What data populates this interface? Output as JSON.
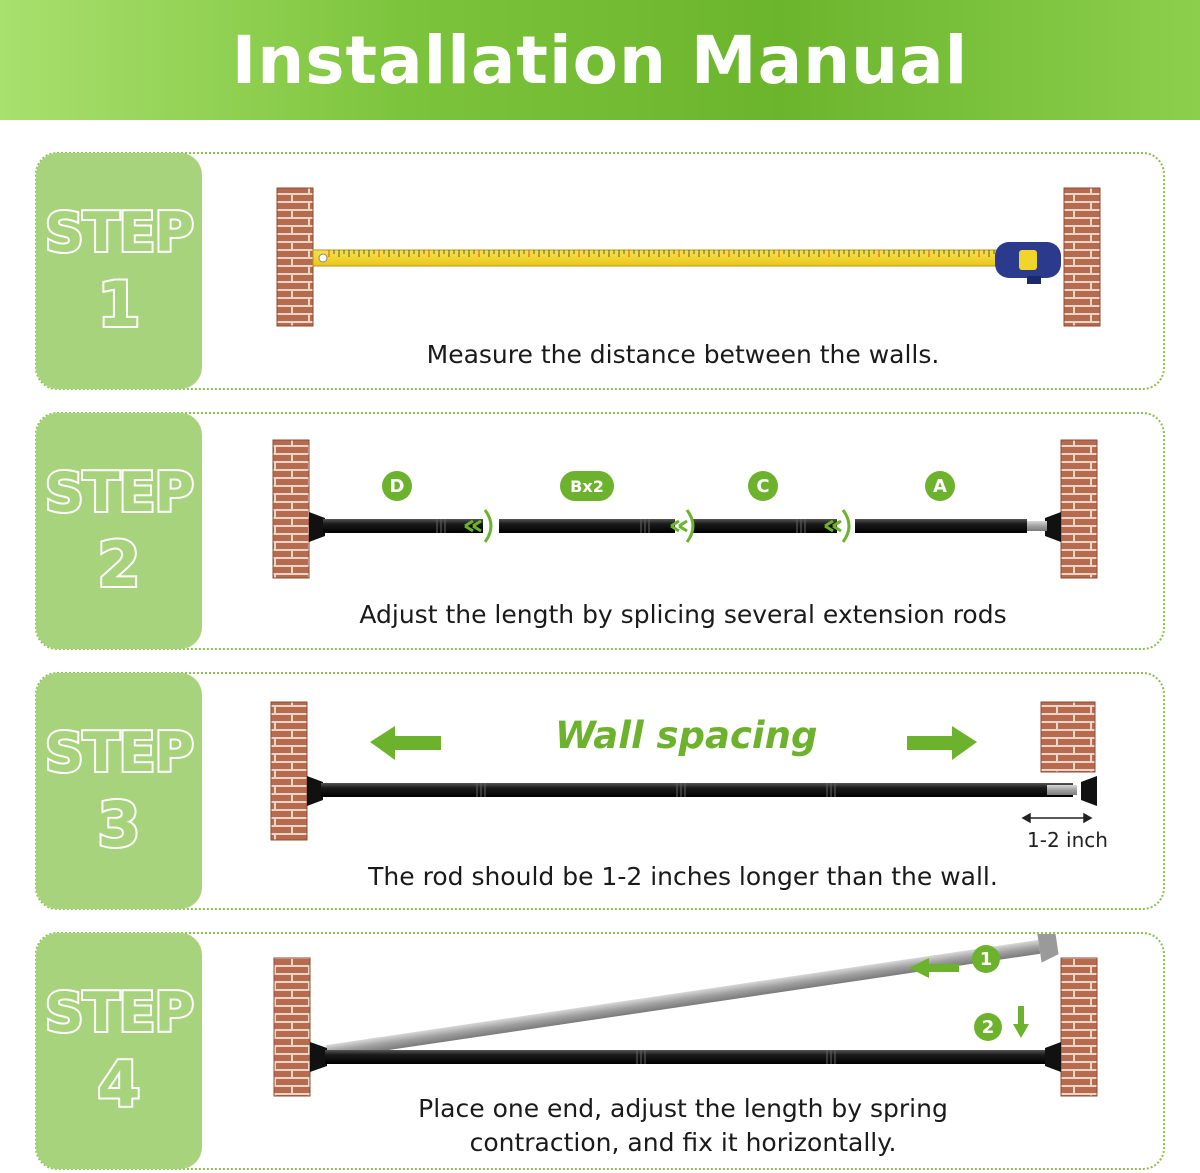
{
  "header": {
    "title": "Installation Manual"
  },
  "colors": {
    "accent_green": "#6db22c",
    "badge_green": "#a6d37b",
    "brick": "#b86a4f",
    "tape_yellow": "#f2d52a",
    "tape_case": "#2b3a8c",
    "rod_black": "#1c1c1c",
    "rod_silver": "#a9a9a9"
  },
  "steps": [
    {
      "word": "STEP",
      "number": "1",
      "caption": "Measure the distance between the walls."
    },
    {
      "word": "STEP",
      "number": "2",
      "caption": "Adjust the length by splicing several extension rods",
      "parts": [
        "D",
        "Bx2",
        "C",
        "A"
      ]
    },
    {
      "word": "STEP",
      "number": "3",
      "caption": "The rod should be 1-2 inches longer than the wall.",
      "spacing_label": "Wall spacing",
      "inch_label": "1-2 inch"
    },
    {
      "word": "STEP",
      "number": "4",
      "caption_line1": "Place one end, adjust the length by spring",
      "caption_line2": "contraction, and fix it horizontally.",
      "markers": [
        "1",
        "2"
      ]
    }
  ]
}
